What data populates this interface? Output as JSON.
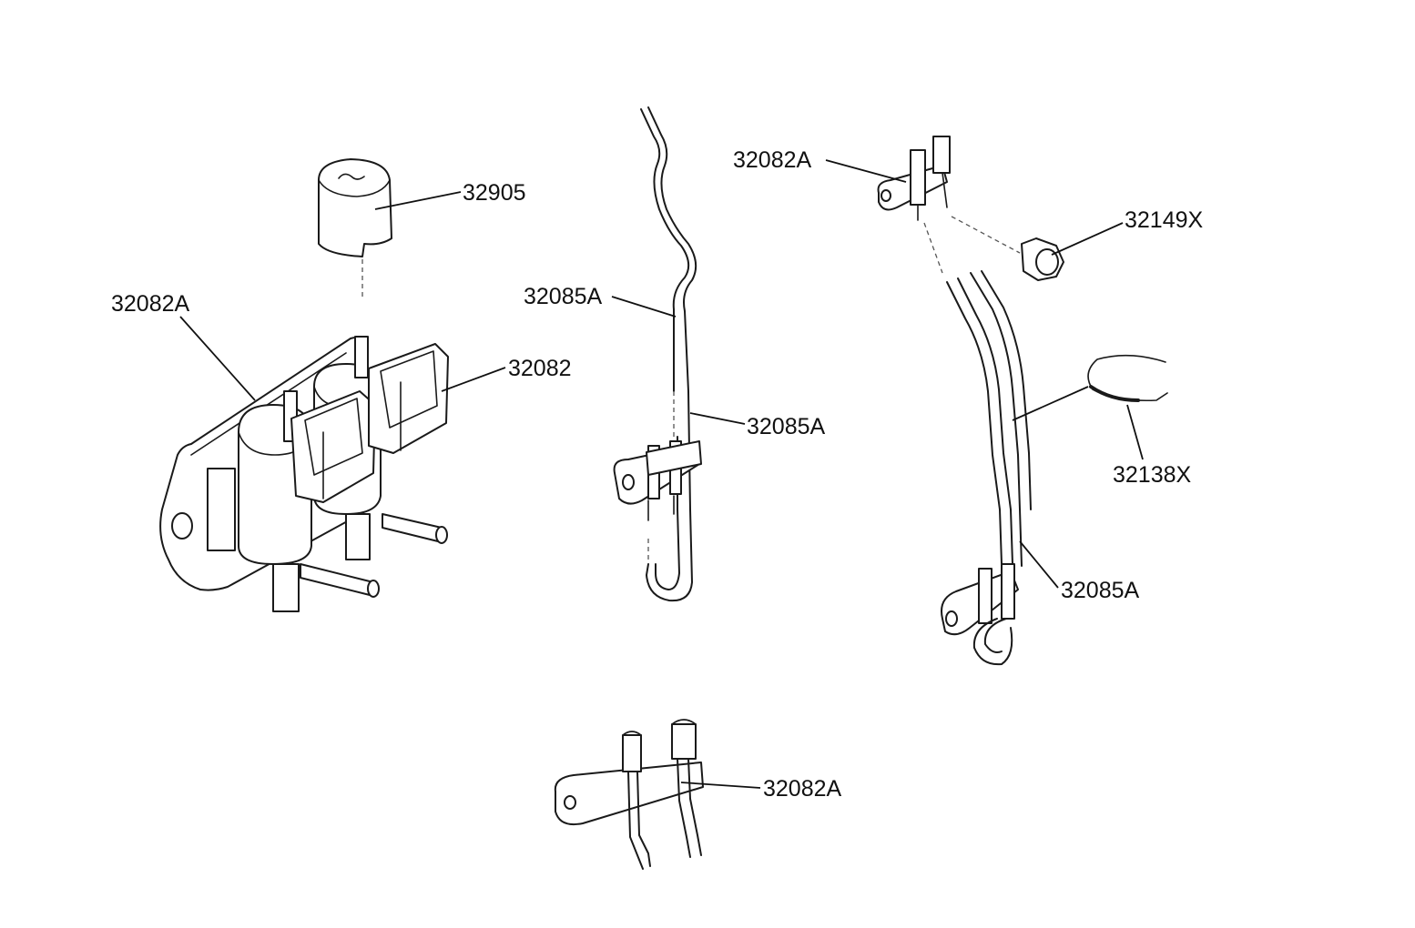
{
  "callouts": {
    "tl_cap": "32905",
    "tl_bracket": "32082A",
    "tl_valve": "32082",
    "mid_hose_upper": "32085A",
    "mid_hose_lower": "32085A",
    "right_bracket": "32082A",
    "right_nut": "32149X",
    "right_clamp": "32138X",
    "right_hose": "32085A",
    "bottom_bracket": "32082A"
  }
}
